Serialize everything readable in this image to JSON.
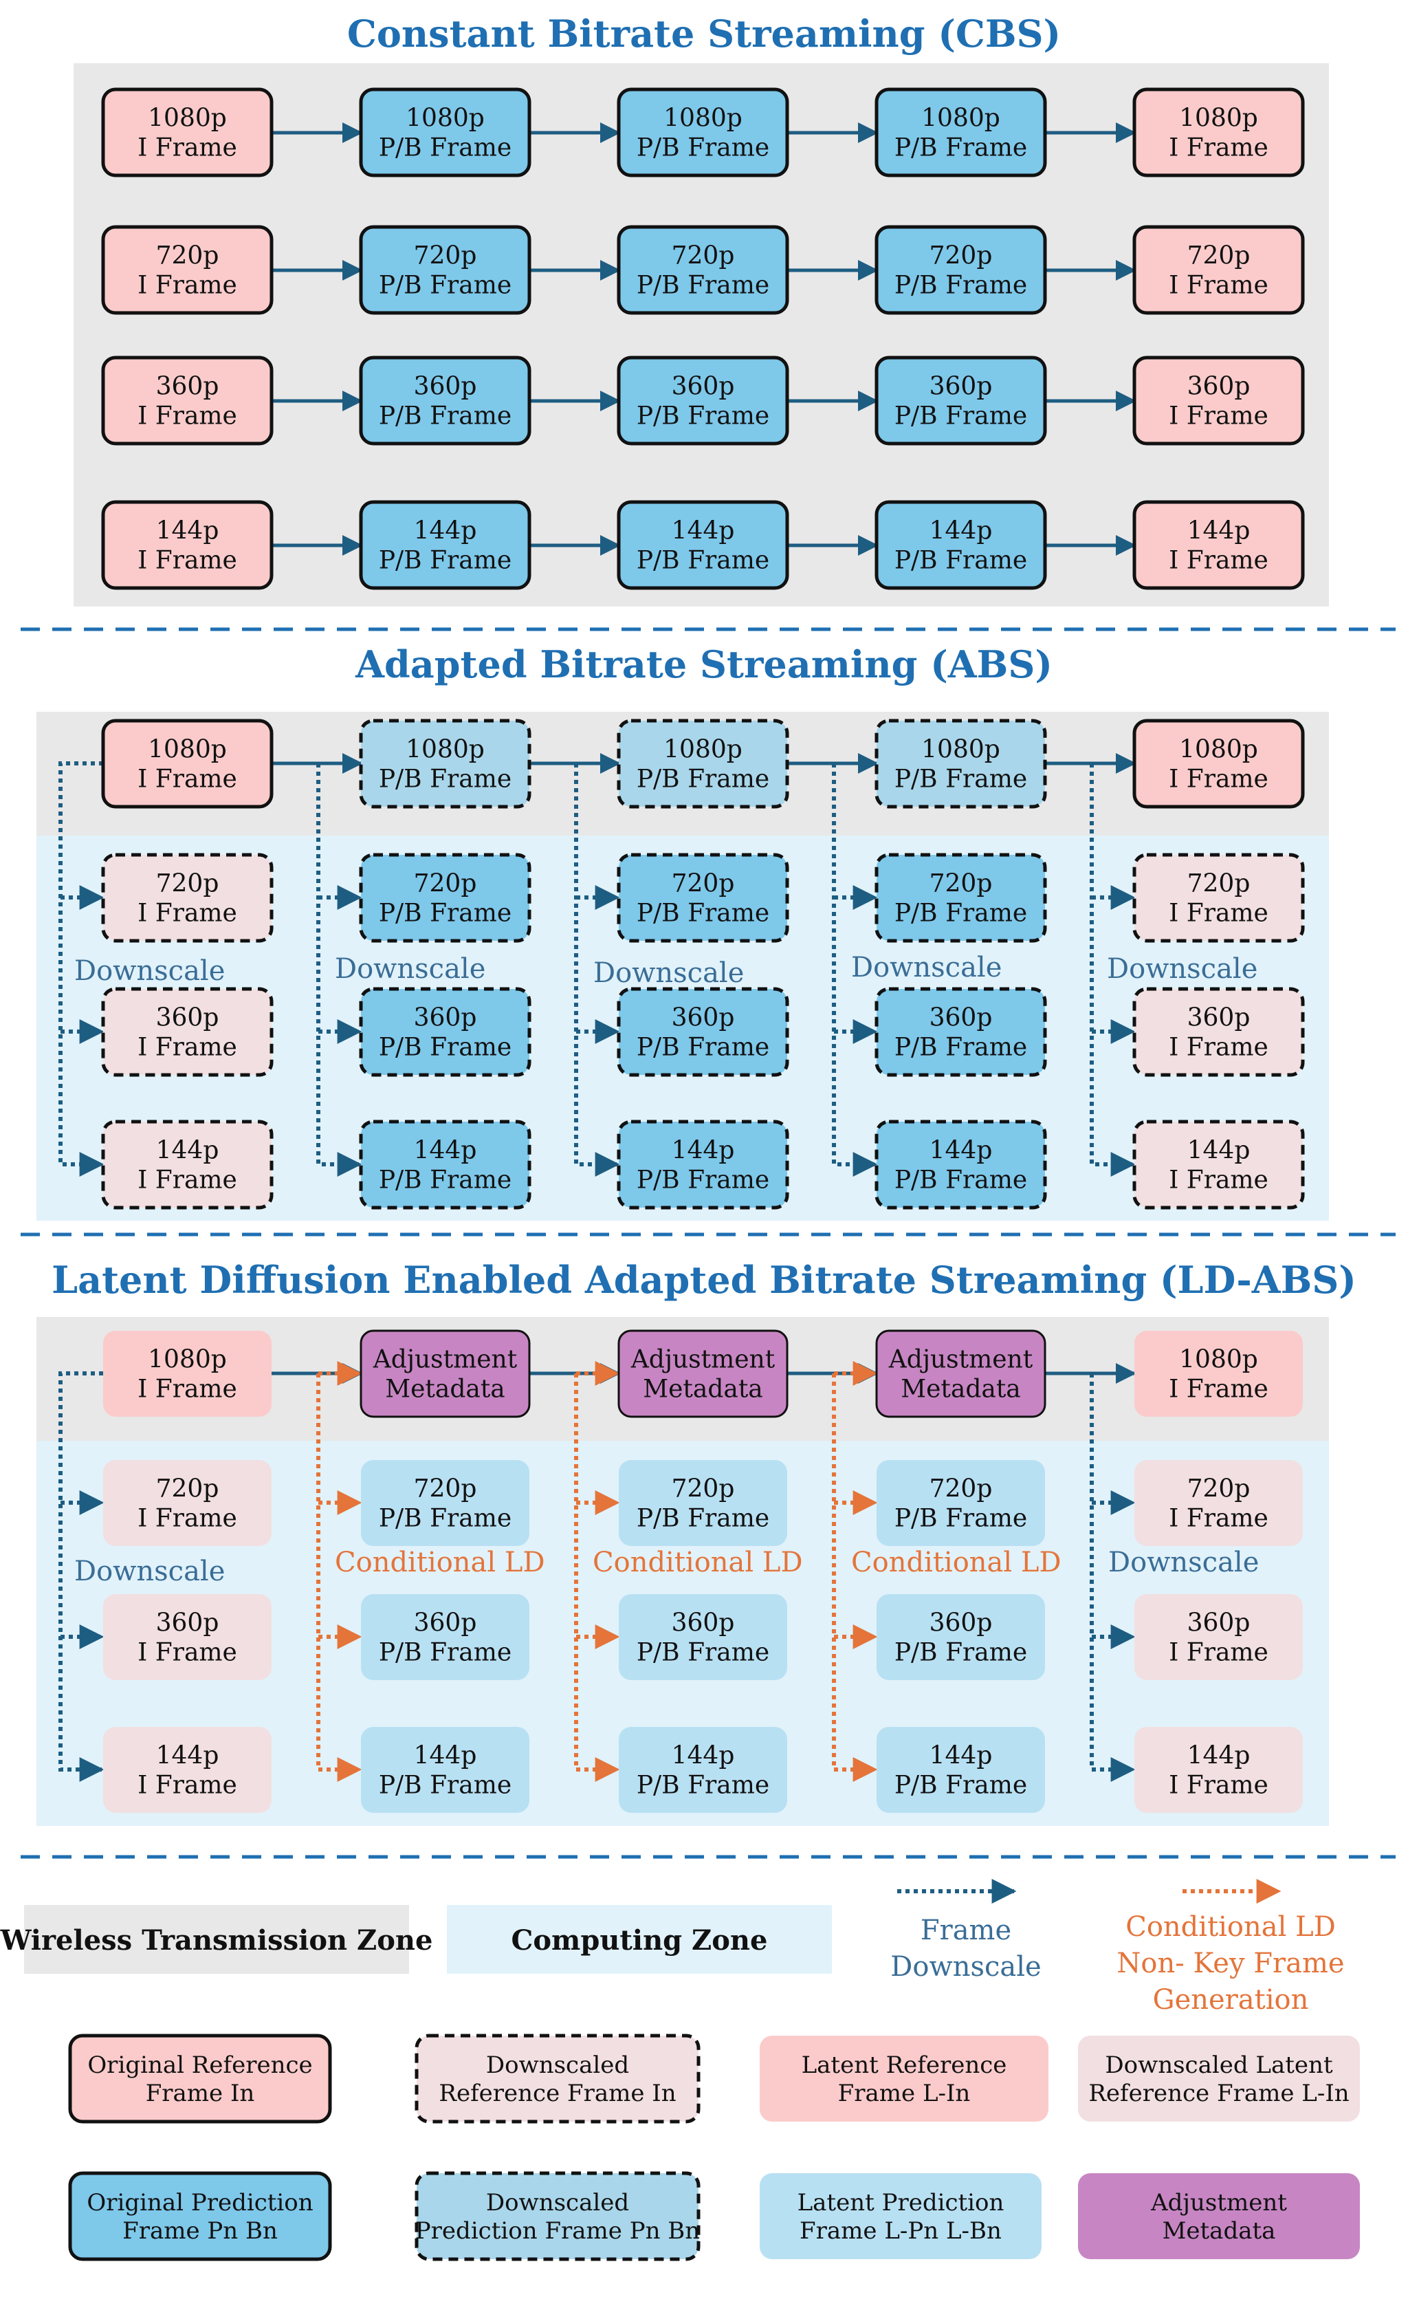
{
  "colors": {
    "zone_gray": "#e8e8e8",
    "zone_blue": "#e1f2fa",
    "frame_pink": "#fbcbcb",
    "frame_pink_light": "#f2dfe1",
    "frame_blue": "#7ec8ea",
    "frame_blue_light": "#b8e0f3",
    "frame_purple": "#c786c3",
    "title_blue": "#1f6fb2",
    "arrow_blue": "#1e5d82",
    "arrow_orange": "#e4743a",
    "label_blue": "#3a6d96",
    "label_orange": "#e4743a"
  },
  "cbs": {
    "title": "Constant Bitrate Streaming (CBS)",
    "rows": [
      [
        "1080p|I Frame",
        "1080p|P/B Frame",
        "1080p|P/B Frame",
        "1080p|P/B Frame",
        "1080p|I Frame"
      ],
      [
        "720p|I Frame",
        "720p|P/B Frame",
        "720p|P/B Frame",
        "720p|P/B Frame",
        "720p|I Frame"
      ],
      [
        "360p|I Frame",
        "360p|P/B Frame",
        "360p|P/B Frame",
        "360p|P/B Frame",
        "360p|I Frame"
      ],
      [
        "144p|I Frame",
        "144p|P/B Frame",
        "144p|P/B Frame",
        "144p|P/B Frame",
        "144p|I Frame"
      ]
    ]
  },
  "abs": {
    "title": "Adapted Bitrate Streaming (ABS)",
    "rows": [
      [
        "1080p|I Frame",
        "1080p|P/B Frame",
        "1080p|P/B Frame",
        "1080p|P/B Frame",
        "1080p|I Frame"
      ],
      [
        "720p|I Frame",
        "720p|P/B Frame",
        "720p|P/B Frame",
        "720p|P/B Frame",
        "720p|I Frame"
      ],
      [
        "360p|I Frame",
        "360p|P/B Frame",
        "360p|P/B Frame",
        "360p|P/B Frame",
        "360p|I Frame"
      ],
      [
        "144p|I Frame",
        "144p|P/B Frame",
        "144p|P/B Frame",
        "144p|P/B Frame",
        "144p|I Frame"
      ]
    ],
    "downscale_label": "Downscale"
  },
  "ldabs": {
    "title": "Latent Diffusion Enabled Adapted Bitrate Streaming (LD-ABS)",
    "rows": [
      [
        "1080p|I Frame",
        "Adjustment|Metadata",
        "Adjustment|Metadata",
        "Adjustment|Metadata",
        "1080p|I Frame"
      ],
      [
        "720p|I Frame",
        "720p|P/B Frame",
        "720p|P/B Frame",
        "720p|P/B Frame",
        "720p|I Frame"
      ],
      [
        "360p|I Frame",
        "360p|P/B Frame",
        "360p|P/B Frame",
        "360p|P/B Frame",
        "360p|I Frame"
      ],
      [
        "144p|I Frame",
        "144p|P/B Frame",
        "144p|P/B Frame",
        "144p|P/B Frame",
        "144p|I Frame"
      ]
    ],
    "downscale_label": "Downscale",
    "conditional_label": "Conditional LD"
  },
  "legend": {
    "wireless_zone": "Wireless Transmission Zone",
    "computing_zone": "Computing Zone",
    "frame_downscale_1": "Frame",
    "frame_downscale_2": "Downscale",
    "cond_ld_1": "Conditional LD",
    "cond_ld_2": "Non- Key Frame",
    "cond_ld_3": "Generation",
    "boxes": [
      [
        "Original Reference",
        "Frame In"
      ],
      [
        "Downscaled",
        "Reference Frame In"
      ],
      [
        "Latent Reference",
        "Frame L-In"
      ],
      [
        "Downscaled Latent",
        "Reference Frame L-In"
      ],
      [
        "Original Prediction",
        "Frame Pn Bn"
      ],
      [
        "Downscaled",
        "Prediction Frame Pn Bn"
      ],
      [
        "Latent Prediction",
        "Frame L-Pn L-Bn"
      ],
      [
        "Adjustment",
        "Metadata"
      ]
    ]
  }
}
